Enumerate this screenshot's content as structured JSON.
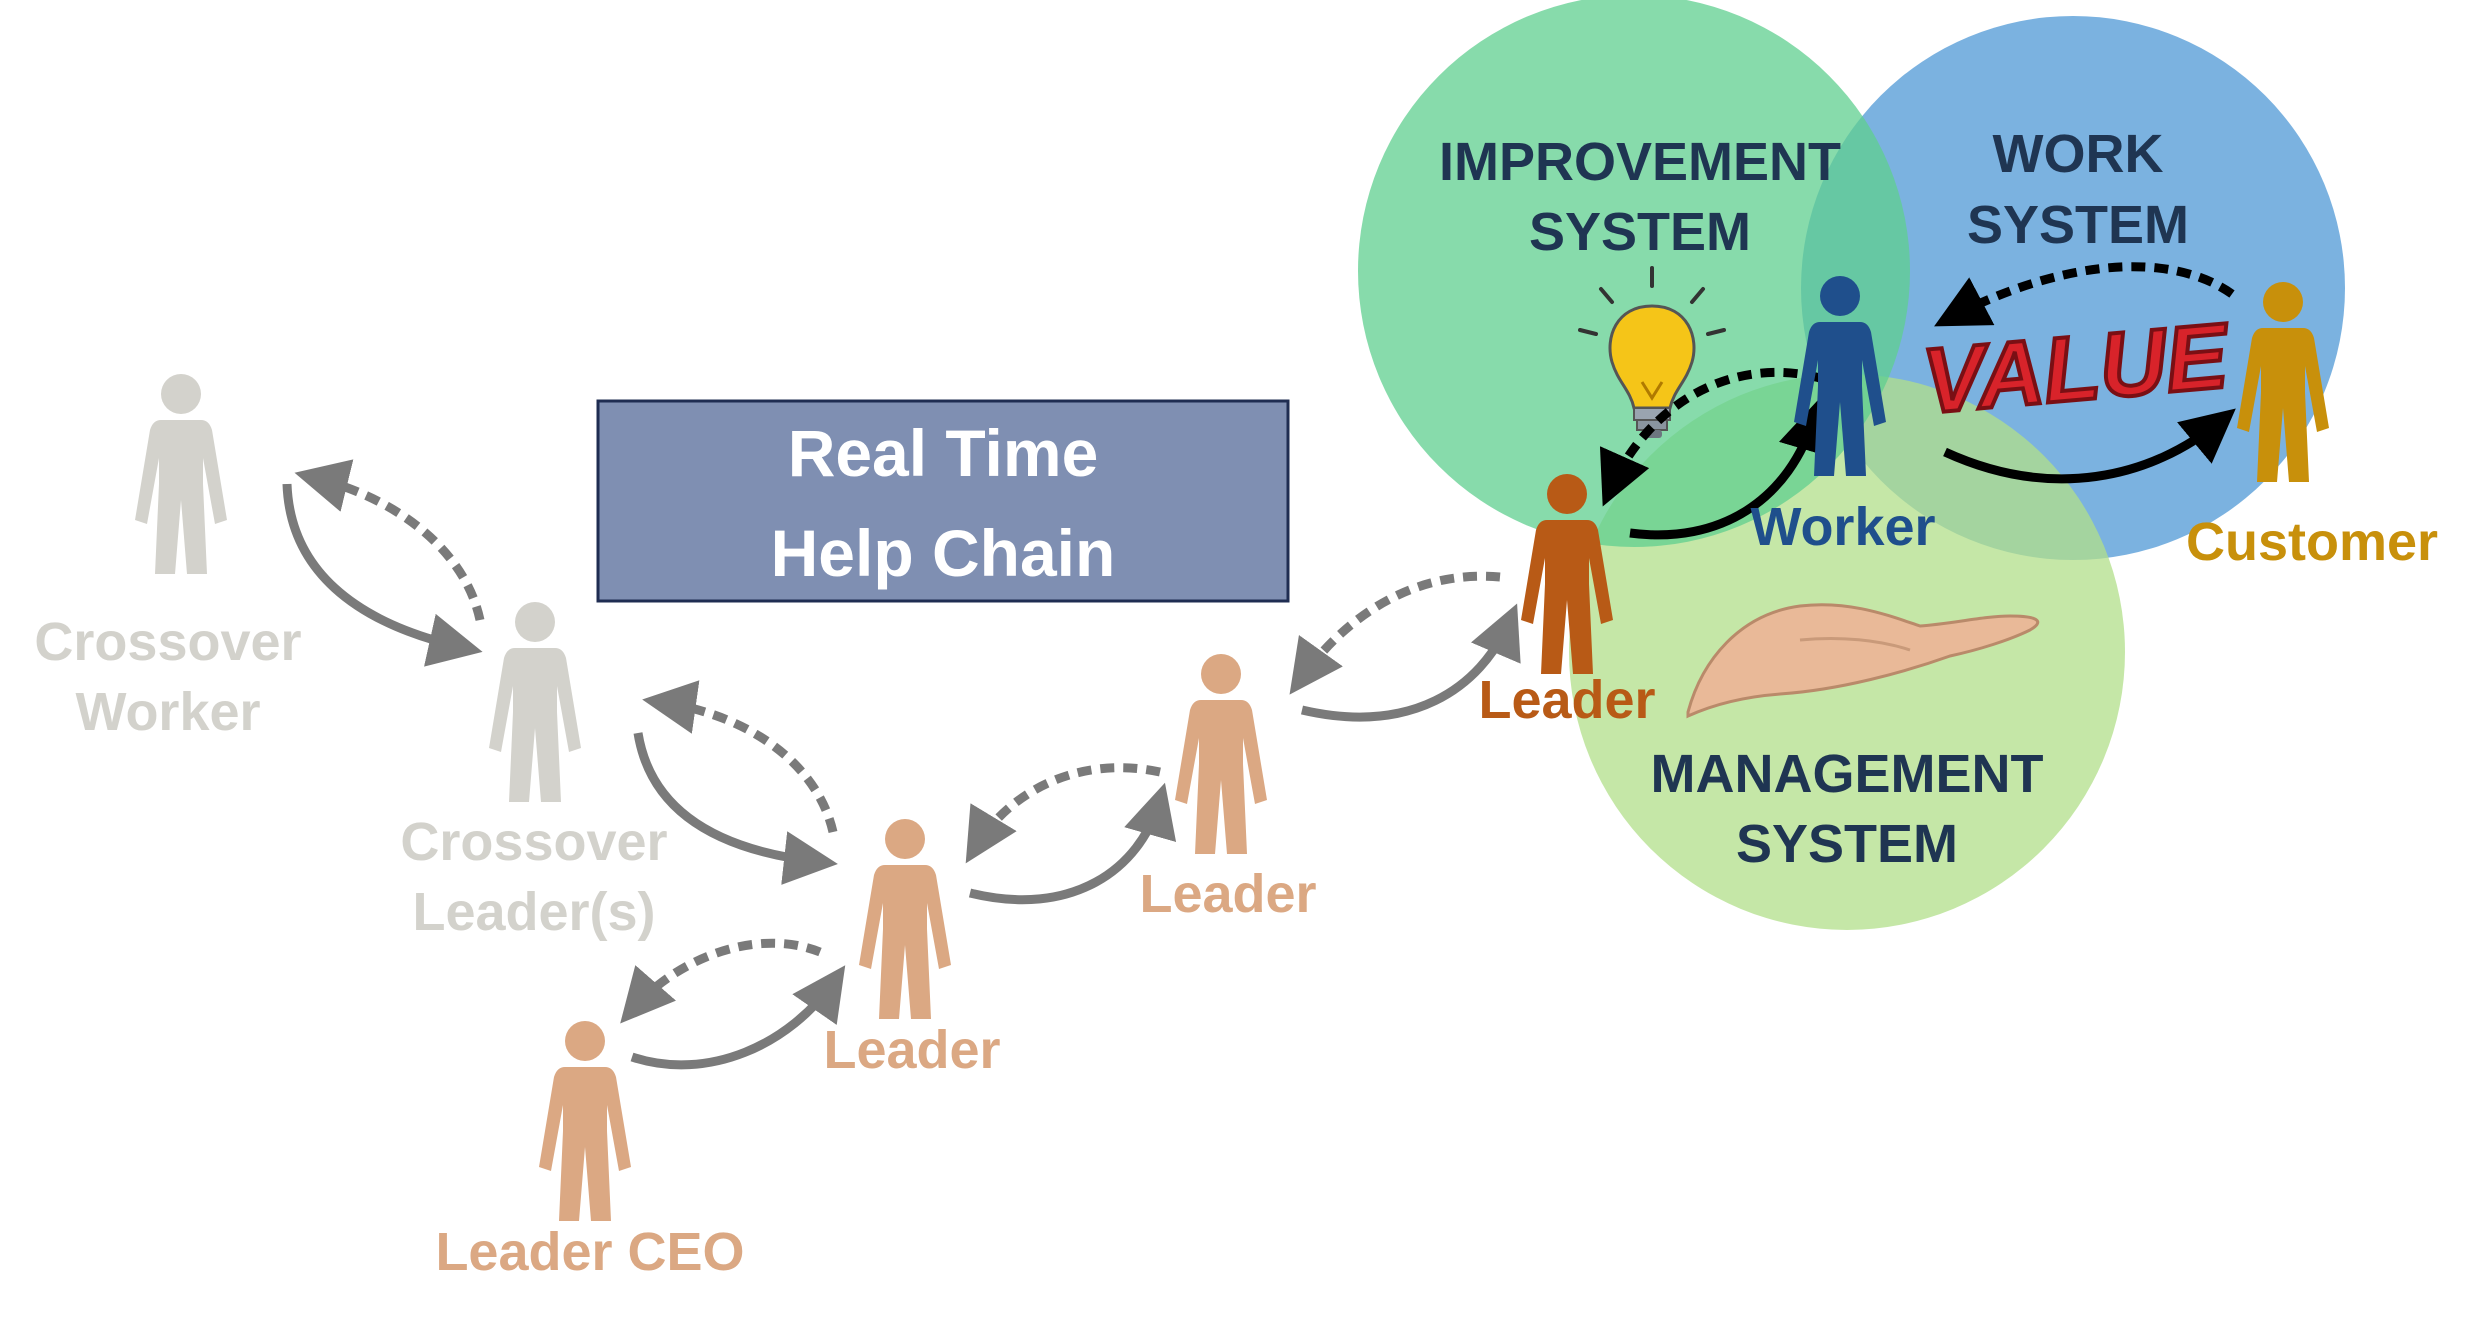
{
  "title_box": {
    "line1": "Real Time",
    "line2": "Help Chain"
  },
  "systems": {
    "improvement": {
      "line1": "IMPROVEMENT",
      "line2": "SYSTEM"
    },
    "work": {
      "line1": "WORK",
      "line2": "SYSTEM"
    },
    "management": {
      "line1": "MANAGEMENT",
      "line2": "SYSTEM"
    }
  },
  "value_stamp": "VALUE",
  "people": {
    "crossover_worker": {
      "line1": "Crossover",
      "line2": "Worker"
    },
    "crossover_leaders": {
      "line1": "Crossover",
      "line2": "Leader(s)"
    },
    "leader_ceo": "Leader CEO",
    "leader_mid": "Leader",
    "leader_upper": "Leader",
    "leader_front": "Leader",
    "worker": "Worker",
    "customer": "Customer"
  },
  "colors": {
    "improvement_circle": "#5fcf8f",
    "work_circle": "#5a9fd8",
    "management_circle": "#b2df8a",
    "title_box_fill": "#7f8fb2",
    "system_text": "#1f3552",
    "crossover_gray": "#d3d2cc",
    "leader_tan": "#dba883",
    "leader_front": "#b85a16",
    "worker_blue": "#1f4f8c",
    "customer_gold": "#c8900b",
    "arrow_gray": "#7a7a7a",
    "arrow_black": "#000000",
    "value_red": "#d8232a",
    "bulb_yellow": "#f5c518",
    "hand_skin": "#e9b998"
  }
}
